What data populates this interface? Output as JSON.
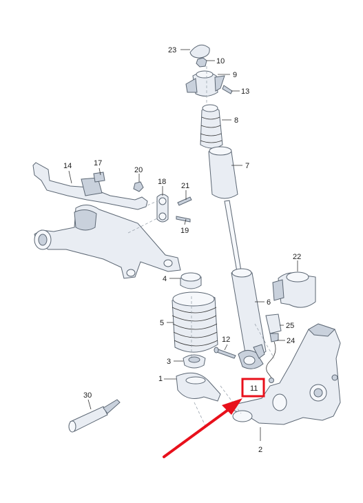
{
  "callouts": [
    {
      "id": "p23",
      "text": "23"
    },
    {
      "id": "p10",
      "text": "10"
    },
    {
      "id": "p9",
      "text": "9"
    },
    {
      "id": "p13",
      "text": "13"
    },
    {
      "id": "p8",
      "text": "8"
    },
    {
      "id": "p7",
      "text": "7"
    },
    {
      "id": "p14",
      "text": "14"
    },
    {
      "id": "p17",
      "text": "17"
    },
    {
      "id": "p20",
      "text": "20"
    },
    {
      "id": "p18",
      "text": "18"
    },
    {
      "id": "p21",
      "text": "21"
    },
    {
      "id": "p19",
      "text": "19"
    },
    {
      "id": "p22",
      "text": "22"
    },
    {
      "id": "p4",
      "text": "4"
    },
    {
      "id": "p6",
      "text": "6"
    },
    {
      "id": "p5",
      "text": "5"
    },
    {
      "id": "p25",
      "text": "25"
    },
    {
      "id": "p24",
      "text": "24"
    },
    {
      "id": "p12",
      "text": "12"
    },
    {
      "id": "p3",
      "text": "3"
    },
    {
      "id": "p1",
      "text": "1"
    },
    {
      "id": "p11",
      "text": "11"
    },
    {
      "id": "p30",
      "text": "30"
    },
    {
      "id": "p2",
      "text": "2"
    }
  ],
  "highlight": {
    "label": "11",
    "box_color": "#e8101b",
    "arrow_color": "#e8101b"
  }
}
